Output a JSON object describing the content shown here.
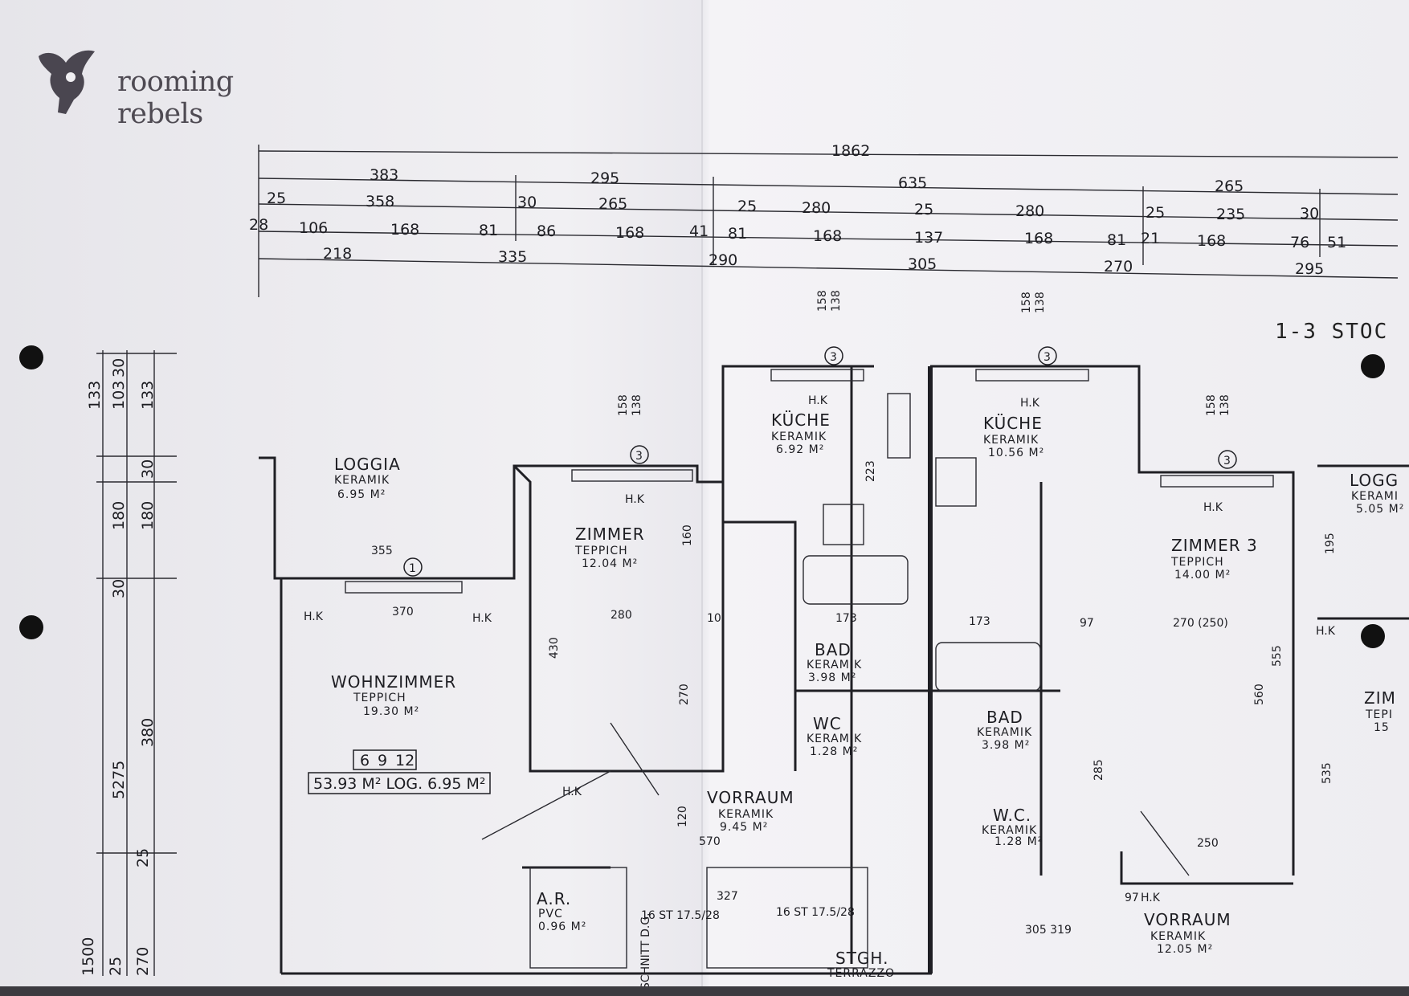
{
  "brand": {
    "name": "rooming rebels"
  },
  "floor": {
    "label": "1-3 STOC"
  },
  "dimensions": {
    "total": "1862",
    "row1": [
      "383",
      "295",
      "635",
      "265"
    ],
    "row2": [
      "25",
      "358",
      "30",
      "265",
      "25",
      "280",
      "25",
      "280",
      "25",
      "235",
      "30"
    ],
    "row3": [
      "28",
      "106",
      "168",
      "81",
      "86",
      "168",
      "41",
      "81",
      "168",
      "137",
      "168",
      "81",
      "21",
      "168",
      "76",
      "51"
    ],
    "row4": [
      "218",
      "335",
      "290",
      "305",
      "270",
      "295"
    ],
    "left": [
      "133",
      "103",
      "133",
      "30",
      "30",
      "180",
      "180",
      "30",
      "380",
      "5275",
      "25",
      "1500",
      "25",
      "270"
    ],
    "window_heights": [
      "158",
      "138"
    ]
  },
  "rooms": [
    {
      "name": "LOGGIA",
      "floor": "KERAMIK",
      "area": "6.95 M²"
    },
    {
      "name": "ZIMMER",
      "floor": "TEPPICH",
      "area": "12.04 M²"
    },
    {
      "name": "KÜCHE",
      "floor": "KERAMIK",
      "area": "6.92 M²"
    },
    {
      "name": "KÜCHE",
      "floor": "KERAMIK",
      "area": "10.56 M²"
    },
    {
      "name": "ZIMMER 3",
      "floor": "TEPPICH",
      "area": "14.00 M²"
    },
    {
      "name": "LOGG",
      "floor": "KERAMI",
      "area": "5.05 M²"
    },
    {
      "name": "WOHNZIMMER",
      "floor": "TEPPICH",
      "area": "19.30 M²"
    },
    {
      "name": "BAD",
      "floor": "KERAMIK",
      "area": "3.98 M²"
    },
    {
      "name": "BAD",
      "floor": "KERAMIK",
      "area": "3.98 M²"
    },
    {
      "name": "WC",
      "floor": "KERAMIK",
      "area": "1.28 M²"
    },
    {
      "name": "W.C.",
      "floor": "KERAMIK",
      "area": "1.28 M²"
    },
    {
      "name": "VORRAUM",
      "floor": "KERAMIK",
      "area": "9.45 M²"
    },
    {
      "name": "VORRAUM",
      "floor": "KERAMIK",
      "area": "12.05 M²"
    },
    {
      "name": "STGH.",
      "floor": "TERRAZZO",
      "area": ""
    },
    {
      "name": "ZIM",
      "floor": "TEPI",
      "area": "15"
    },
    {
      "name": "A.R.",
      "floor": "PVC",
      "area": "0.96 M²"
    }
  ],
  "unit": {
    "code": [
      "6",
      "9",
      "12"
    ],
    "summary": "53.93 M²  LOG. 6.95 M²"
  },
  "labels": {
    "heater": "H.K",
    "window_marker": "3",
    "loggia_marker": "1",
    "stairs1": "16 ST 17.5/28",
    "stairs2": "16 ST 17.5/28",
    "section": "SCHNITT D.G.",
    "inner_dims": [
      "355",
      "370",
      "280",
      "173",
      "173",
      "270 (250)",
      "430",
      "270",
      "160",
      "223",
      "285",
      "560",
      "555",
      "535",
      "570",
      "327",
      "250",
      "305 319",
      "195",
      "120",
      "97",
      "97",
      "10"
    ]
  }
}
